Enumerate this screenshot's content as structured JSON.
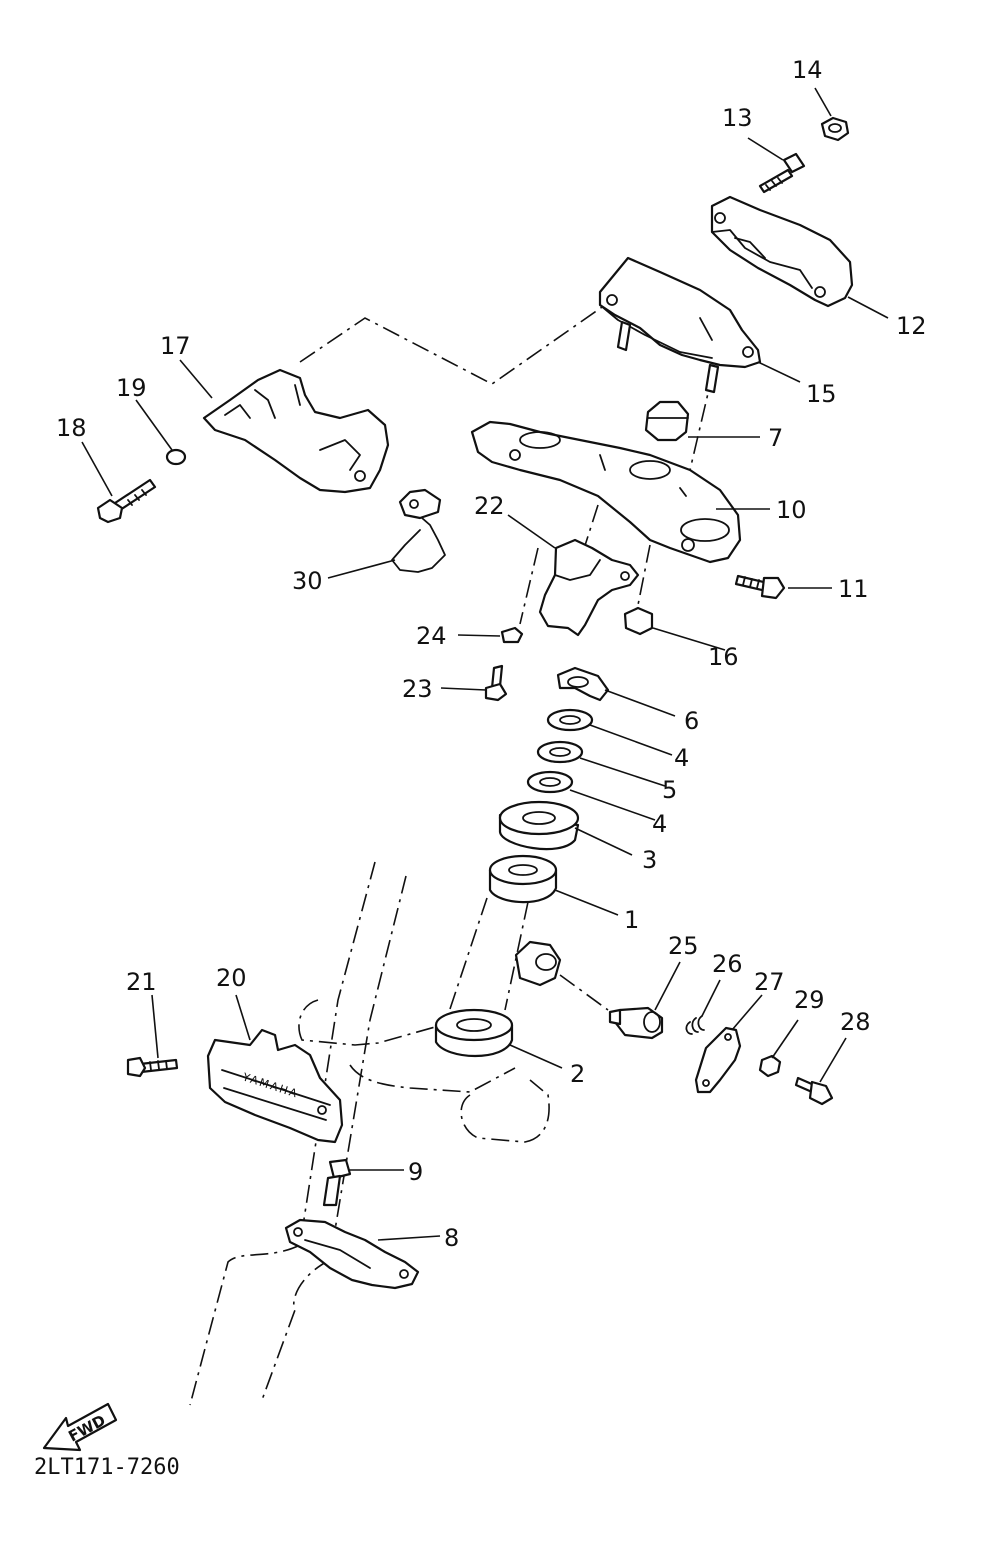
{
  "diagram_code": "2LT171-7260",
  "fwd_label": "FWD",
  "emblem_text": "YAMAHA",
  "callouts": {
    "c1": "1",
    "c2": "2",
    "c3": "3",
    "c4a": "4",
    "c4b": "4",
    "c5": "5",
    "c6": "6",
    "c7": "7",
    "c8": "8",
    "c9": "9",
    "c10": "10",
    "c11": "11",
    "c12": "12",
    "c13": "13",
    "c14": "14",
    "c15": "15",
    "c16": "16",
    "c17": "17",
    "c18": "18",
    "c19": "19",
    "c20": "20",
    "c21": "21",
    "c22": "22",
    "c23": "23",
    "c24": "24",
    "c25": "25",
    "c26": "26",
    "c27": "27",
    "c28": "28",
    "c29": "29",
    "c30": "30"
  }
}
